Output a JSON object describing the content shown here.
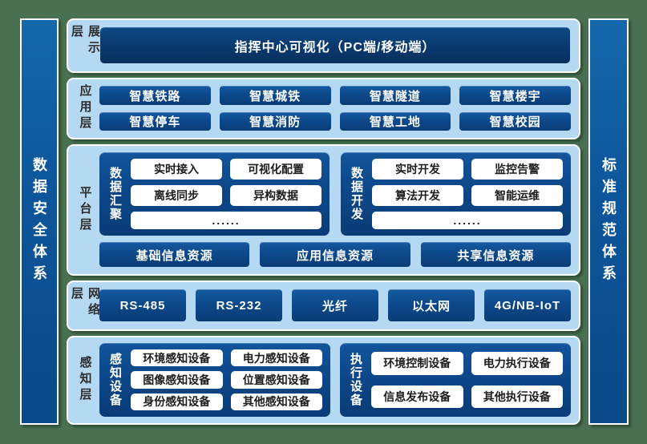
{
  "colors": {
    "frame_background": "#4a7052",
    "panel_background": "#b5d8f3",
    "dark_blue": "#0d4a8c",
    "pillar_blue": "#0d559a",
    "panel_border": "#ffffff",
    "label_text": "#2d2d2d"
  },
  "pillars": {
    "left": "数据安全体系",
    "right": "标准规范体系"
  },
  "presentation": {
    "label": "展示层",
    "banner": "指挥中心可视化（PC端/移动端）"
  },
  "application": {
    "label": "应用层",
    "items": [
      "智慧铁路",
      "智慧城铁",
      "智慧隧道",
      "智慧楼宇",
      "智慧停车",
      "智慧消防",
      "智慧工地",
      "智慧校园"
    ]
  },
  "platform": {
    "label": "平台层",
    "groups": [
      {
        "title": "数据汇聚",
        "items": [
          "实时接入",
          "可视化配置",
          "离线同步",
          "异构数据"
        ],
        "more": "......"
      },
      {
        "title": "数据开发",
        "items": [
          "实时开发",
          "监控告警",
          "算法开发",
          "智能运维"
        ],
        "more": "......"
      }
    ],
    "resources": [
      "基础信息资源",
      "应用信息资源",
      "共享信息资源"
    ]
  },
  "network": {
    "label": "网络层",
    "items": [
      "RS-485",
      "RS-232",
      "光纤",
      "以太网",
      "4G/NB-IoT"
    ]
  },
  "perception": {
    "label": "感知层",
    "groups": [
      {
        "title": "感知设备",
        "items": [
          "环境感知设备",
          "电力感知设备",
          "图像感知设备",
          "位置感知设备",
          "身份感知设备",
          "其他感知设备"
        ]
      },
      {
        "title": "执行设备",
        "items": [
          "环境控制设备",
          "电力执行设备",
          "信息发布设备",
          "其他执行设备"
        ]
      }
    ]
  }
}
